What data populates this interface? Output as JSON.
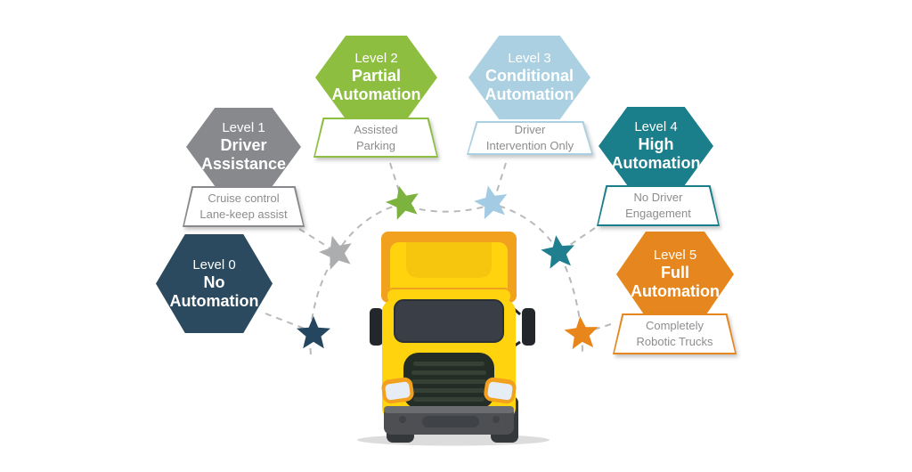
{
  "levels": [
    {
      "level_label": "Level 0",
      "title": "No\nAutomation",
      "color": "#2c4a5f",
      "star_color": "#24465f"
    },
    {
      "level_label": "Level 1",
      "title": "Driver\nAssistance",
      "color": "#87898c",
      "star_color": "#acadaf",
      "detail": "Cruise control\nLane-keep assist"
    },
    {
      "level_label": "Level 2",
      "title": "Partial\nAutomation",
      "color": "#8dbe3f",
      "star_color": "#7cb33f",
      "detail": "Assisted\nParking"
    },
    {
      "level_label": "Level 3",
      "title": "Conditional\nAutomation",
      "color": "#abd0e2",
      "star_color": "#a3cce4",
      "detail": "Driver\nIntervention Only"
    },
    {
      "level_label": "Level 4",
      "title": "High\nAutomation",
      "color": "#1a7e8b",
      "star_color": "#207f8e",
      "detail": "No Driver\nEngagement"
    },
    {
      "level_label": "Level 5",
      "title": "Full\nAutomation",
      "color": "#e5871e",
      "star_color": "#e8861b",
      "detail": "Completely\nRobotic Trucks"
    }
  ],
  "path": {
    "dash_color": "#b9b9b9"
  },
  "truck": {
    "body_yellow": "#ffd30d",
    "accent_orange": "#f2a11f",
    "deflector_yellow": "#f6c60e",
    "windshield": "#3a3f47",
    "grille_base": "#242c26",
    "grille_slat": "#364136",
    "bumper": "#4d4f52",
    "bumper_lip": "#6a6c6f",
    "recess": "#3f4246",
    "wheel": "#35383b",
    "headlight": "#e6edf4",
    "mirror": "#23262b",
    "shadow": "#dcdcdc"
  }
}
